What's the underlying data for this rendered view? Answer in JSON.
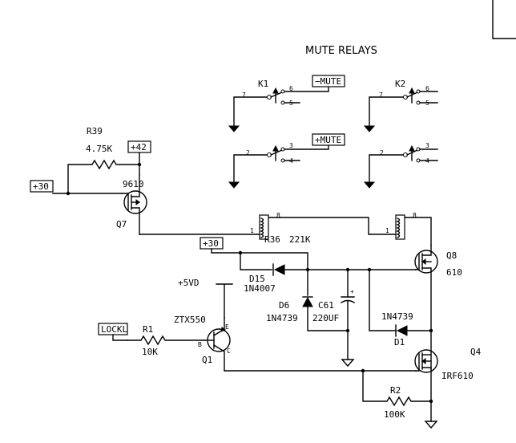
{
  "title": "MUTE RELAYS",
  "relays": {
    "k1": {
      "label": "K1",
      "pin_top": "6",
      "pin_bottom": "5",
      "pin_com": "7",
      "net": "−MUTE"
    },
    "k1b": {
      "pin_top": "3",
      "pin_bottom": "4",
      "pin_com": "2",
      "net": "+MUTE"
    },
    "k2": {
      "label": "K2",
      "pin_top": "6",
      "pin_bottom": "5",
      "pin_com": "7"
    },
    "k2b": {
      "pin_top": "3",
      "pin_bottom": "4",
      "pin_com": "2"
    },
    "coil1": {
      "pin_top": "8",
      "pin_bottom": "1"
    },
    "coil2": {
      "pin_top": "8",
      "pin_bottom": "1"
    }
  },
  "nets": {
    "p42": "+42",
    "p30a": "+30",
    "p30b": "+30",
    "lockl": "LOCKL",
    "p5vd": "+5VD"
  },
  "components": {
    "r39": {
      "ref": "R39",
      "value": "4.75K"
    },
    "q7": {
      "ref": "Q7",
      "type": "9610"
    },
    "r36": {
      "ref": "R36",
      "value": "221K"
    },
    "d15": {
      "ref": "D15",
      "type": "1N4007"
    },
    "d6": {
      "ref": "D6",
      "type": "1N4739"
    },
    "c61": {
      "ref": "C61",
      "value": "220UF"
    },
    "q8": {
      "ref": "Q8",
      "type": "610"
    },
    "d1": {
      "ref": "D1",
      "type": "1N4739"
    },
    "q4": {
      "ref": "Q4",
      "type": "IRF610"
    },
    "r1": {
      "ref": "R1",
      "value": "10K"
    },
    "q1": {
      "ref": "Q1",
      "type": "ZTX550",
      "pin_b": "B",
      "pin_c": "C",
      "pin_e": "E"
    },
    "r2": {
      "ref": "R2",
      "value": "100K"
    }
  }
}
